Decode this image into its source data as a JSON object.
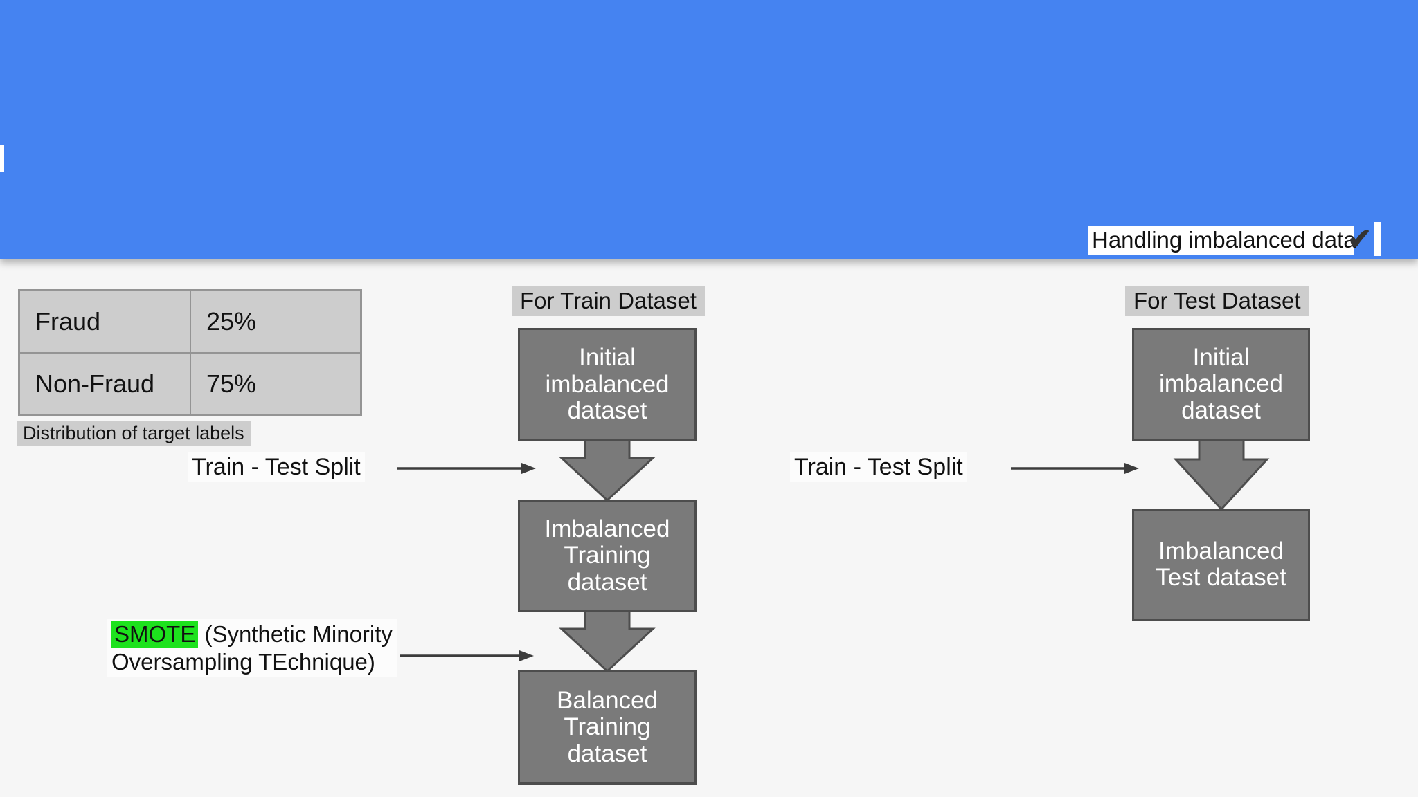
{
  "header": {
    "title_text": "Handling imbalanced data",
    "title_suffix": "✔"
  },
  "distribution_table": {
    "caption": "Distribution of target labels",
    "rows": [
      {
        "label": "Fraud",
        "value": "25%"
      },
      {
        "label": "Non-Fraud",
        "value": "75%"
      }
    ]
  },
  "train_flow": {
    "title": "For Train Dataset",
    "boxes": [
      "Initial imbalanced dataset",
      "Imbalanced Training dataset",
      "Balanced Training dataset"
    ]
  },
  "test_flow": {
    "title": "For Test Dataset",
    "boxes": [
      "Initial imbalanced dataset",
      "Imbalanced Test dataset"
    ]
  },
  "annotations": {
    "train_test_split_left": "Train - Test Split",
    "train_test_split_right": "Train - Test Split",
    "smote_term": "SMOTE",
    "smote_line1_rest": " (Synthetic Minority",
    "smote_line2": "Oversampling TEchnique)"
  },
  "colors": {
    "header_blue": "#4583f1",
    "box_fill": "#7a7a7a",
    "box_border": "#4d4d4d",
    "label_highlight": "#cdcdcd",
    "table_cell": "#cdcdcd",
    "table_border": "#949494",
    "smote_highlight": "#1de21d",
    "arrow_stroke": "#3c3c3c",
    "canvas": "#f6f6f6"
  }
}
